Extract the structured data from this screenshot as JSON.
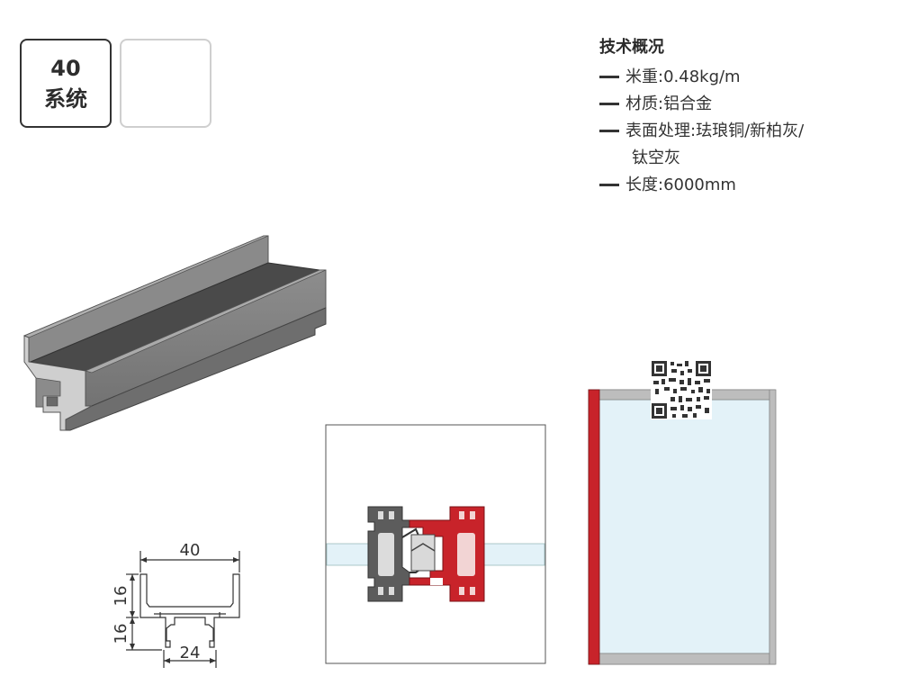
{
  "badge": {
    "number": "40",
    "label": "系统"
  },
  "spec": {
    "title": "技术概况",
    "items": [
      {
        "text": "米重:0.48kg/m"
      },
      {
        "text": "材质:铝合金"
      },
      {
        "text": "表面处理:珐琅铜/新柏灰/",
        "continuation": "钛空灰"
      },
      {
        "text": "长度:6000mm"
      }
    ]
  },
  "dimensions": {
    "top_width": "40",
    "bottom_width": "24",
    "upper_height": "16",
    "lower_height": "16"
  },
  "colors": {
    "accent_red": "#c8232a",
    "glass": "#e3f2f8",
    "frame_grey": "#bdbdbd",
    "profile_dark": "#5c5c5c"
  }
}
